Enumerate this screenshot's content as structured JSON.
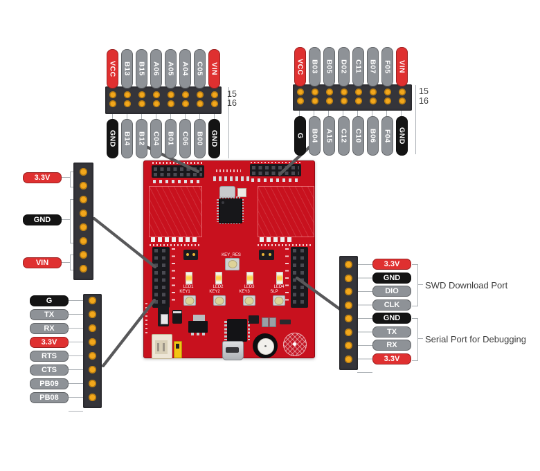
{
  "top_left_header": {
    "row_top": [
      {
        "t": "VCC",
        "c": "red"
      },
      {
        "t": "B13",
        "c": "gray"
      },
      {
        "t": "B15",
        "c": "gray"
      },
      {
        "t": "A06",
        "c": "gray"
      },
      {
        "t": "A05",
        "c": "gray"
      },
      {
        "t": "A04",
        "c": "gray"
      },
      {
        "t": "C05",
        "c": "gray"
      },
      {
        "t": "VIN",
        "c": "red"
      }
    ],
    "row_bottom": [
      {
        "t": "GND",
        "c": "black"
      },
      {
        "t": "B14",
        "c": "gray"
      },
      {
        "t": "B12",
        "c": "gray"
      },
      {
        "t": "C04",
        "c": "gray"
      },
      {
        "t": "B01",
        "c": "gray"
      },
      {
        "t": "C06",
        "c": "gray"
      },
      {
        "t": "B00",
        "c": "gray"
      },
      {
        "t": "GND",
        "c": "black"
      }
    ],
    "pin_numbers": [
      "15",
      "16"
    ]
  },
  "top_right_header": {
    "row_top": [
      {
        "t": "VCC",
        "c": "red"
      },
      {
        "t": "B03",
        "c": "gray"
      },
      {
        "t": "B05",
        "c": "gray"
      },
      {
        "t": "D02",
        "c": "gray"
      },
      {
        "t": "C11",
        "c": "gray"
      },
      {
        "t": "B07",
        "c": "gray"
      },
      {
        "t": "F05",
        "c": "gray"
      },
      {
        "t": "VIN",
        "c": "red"
      }
    ],
    "row_bottom": [
      {
        "t": "G",
        "c": "black"
      },
      {
        "t": "B04",
        "c": "gray"
      },
      {
        "t": "A15",
        "c": "gray"
      },
      {
        "t": "C12",
        "c": "gray"
      },
      {
        "t": "C10",
        "c": "gray"
      },
      {
        "t": "B06",
        "c": "gray"
      },
      {
        "t": "F04",
        "c": "gray"
      },
      {
        "t": "GND",
        "c": "black"
      }
    ],
    "pin_numbers": [
      "15",
      "16"
    ]
  },
  "left_header": {
    "labels": [
      {
        "t": "3.3V",
        "c": "red",
        "pins": "1-2"
      },
      {
        "t": "GND",
        "c": "black",
        "pins": "3-6"
      },
      {
        "t": "VIN",
        "c": "red",
        "pins": "7-8"
      }
    ]
  },
  "bottom_left_header": {
    "labels": [
      {
        "t": "G",
        "c": "black"
      },
      {
        "t": "TX",
        "c": "gray"
      },
      {
        "t": "RX",
        "c": "gray"
      },
      {
        "t": "3.3V",
        "c": "red"
      },
      {
        "t": "RTS",
        "c": "gray"
      },
      {
        "t": "CTS",
        "c": "gray"
      },
      {
        "t": "PB09",
        "c": "gray"
      },
      {
        "t": "PB08",
        "c": "gray"
      }
    ]
  },
  "right_header": {
    "labels": [
      {
        "t": "3.3V",
        "c": "red"
      },
      {
        "t": "GND",
        "c": "black"
      },
      {
        "t": "DIO",
        "c": "gray"
      },
      {
        "t": "CLK",
        "c": "gray"
      },
      {
        "t": "GND",
        "c": "black"
      },
      {
        "t": "TX",
        "c": "gray"
      },
      {
        "t": "RX",
        "c": "gray"
      },
      {
        "t": "3.3V",
        "c": "red"
      }
    ],
    "groups": [
      {
        "label": "SWD Download Port",
        "pins": "1-4"
      },
      {
        "label": "Serial Port for Debugging",
        "pins": "5-8"
      }
    ]
  },
  "board": {
    "silkscreen": {
      "leds": [
        "LED1",
        "LED2",
        "LED3",
        "LED4"
      ],
      "keys": [
        "KEY1",
        "KEY2",
        "KEY3",
        "SLP"
      ],
      "reset_key": "KEY_RES"
    }
  },
  "colors": {
    "pill_red": "#df3030",
    "pill_gray": "#8e9297",
    "pill_black": "#141414",
    "pin_gold": "#f2a71c",
    "strip_black": "#35353a",
    "board_red": "#c8111e",
    "pointer_gray": "#58585a"
  }
}
